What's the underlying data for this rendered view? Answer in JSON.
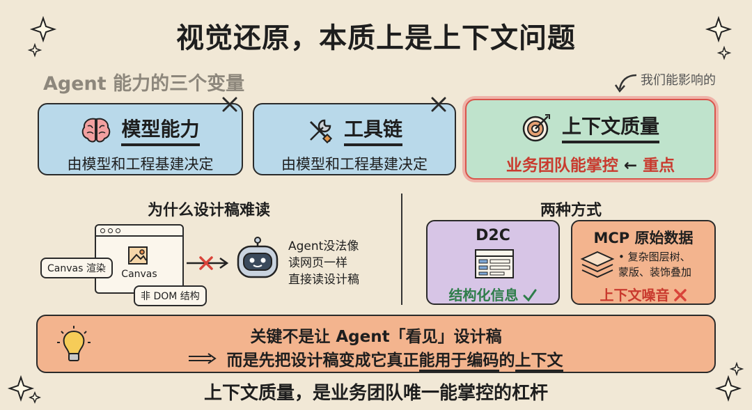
{
  "title": "视觉还原，本质上是上下文问题",
  "subtitle": "Agent 能力的三个变量",
  "note": "我们能影响的",
  "cards": [
    {
      "title": "模型能力",
      "desc": "由模型和工程基建决定",
      "icon": "brain-icon",
      "mark": "x-mark"
    },
    {
      "title": "工具链",
      "desc": "由模型和工程基建决定",
      "icon": "tools-icon",
      "mark": "x-mark"
    },
    {
      "title": "上下文质量",
      "desc_a": "业务团队能掌控",
      "desc_arrow": "←",
      "desc_b": "重点",
      "icon": "target-icon"
    }
  ],
  "why": {
    "title": "为什么设计稿难读",
    "canvas_label": "Canvas",
    "tag_render": "Canvas 渲染",
    "tag_dom": "非 DOM 结构",
    "agent_lines": [
      "Agent没法像",
      "读网页一样",
      "直接读设计稿"
    ]
  },
  "ways": {
    "title": "两种方式",
    "d2c": {
      "title": "D2C",
      "label": "结构化信息"
    },
    "mcp": {
      "title": "MCP 原始数据",
      "bullets": [
        "• 复杂图层树、",
        "蒙版、装饰叠加"
      ],
      "label": "上下文噪音"
    }
  },
  "key": {
    "line1": "关键不是让 Agent「看见」设计稿",
    "line2_a": "而是先把设计稿变成它真正",
    "line2_b": "能用于编码",
    "line2_c": "的",
    "line2_d": "上下文"
  },
  "footer": "上下文质量，是业务团队唯一能掌控的杠杆",
  "colors": {
    "background": "#f1e8d6",
    "blue": "#b9d9ea",
    "green": "#bfe3cc",
    "red": "#c93a2e",
    "purple": "#d7c5e6",
    "orange": "#f3b48e"
  }
}
